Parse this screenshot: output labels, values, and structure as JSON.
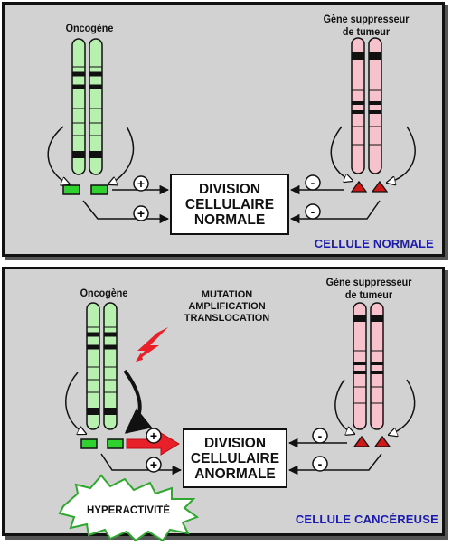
{
  "normal_panel": {
    "oncogene_label": "Oncogène",
    "suppressor_label": [
      "Gène suppresseur",
      "de tumeur"
    ],
    "division_box": [
      "DIVISION",
      "CELLULAIRE",
      "NORMALE"
    ],
    "sign_plus": "+",
    "sign_minus": "-",
    "footer": "CELLULE NORMALE"
  },
  "cancer_panel": {
    "oncogene_label": "Oncogène",
    "suppressor_label": [
      "Gène suppresseur",
      "de tumeur"
    ],
    "mutation_label": [
      "MUTATION",
      "AMPLIFICATION",
      "TRANSLOCATION"
    ],
    "division_box": [
      "DIVISION",
      "CELLULAIRE",
      "ANORMALE"
    ],
    "sign_plus": "+",
    "sign_minus": "-",
    "burst_label": "HYPERACTIVITÉ",
    "footer": "CELLULE CANCÉREUSE"
  },
  "colors": {
    "panel_bg": "#d2d2d2",
    "oncogene_chromosome": "#b8f0b0",
    "suppressor_chromosome": "#f7c2cc",
    "gene_product_green": "#2fd12f",
    "gene_product_red": "#d01818",
    "activation_arrow": "#e8202a",
    "footer_text": "#1b1bb0"
  }
}
